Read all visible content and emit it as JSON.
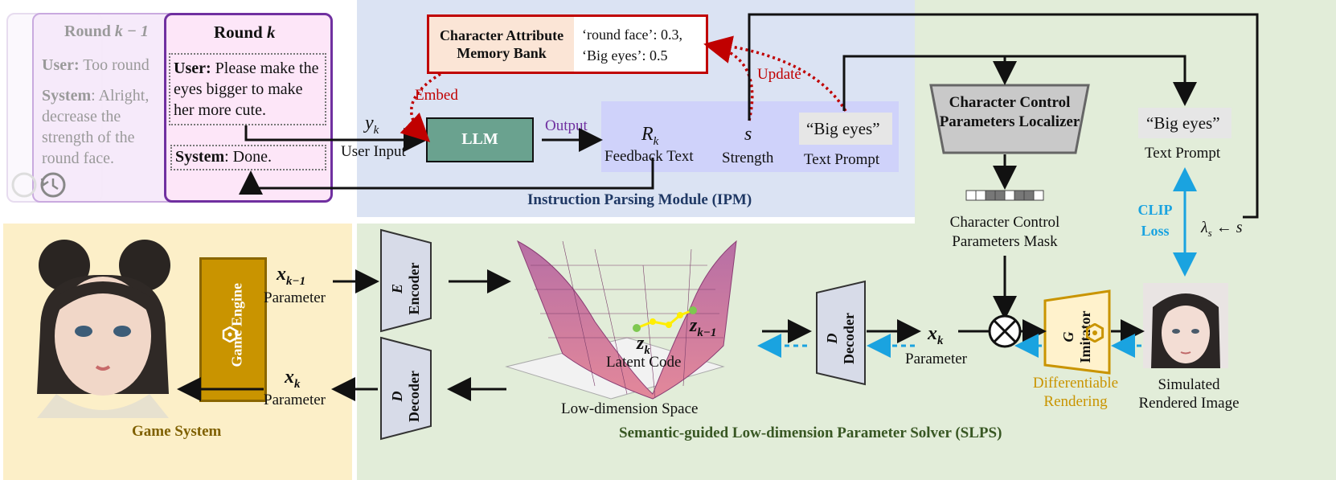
{
  "colors": {
    "ipm_bg": "#dbe3f3",
    "slps_bg": "#e2edd9",
    "game_bg": "#fcefc8",
    "llm_fill": "#6aa28f",
    "memory_border": "#c00000",
    "engine_fill": "#c99400",
    "feedback_bg": "#cfd2fa",
    "clip_blue": "#1aa3e0",
    "embed_red": "#c00000",
    "output_purple": "#7030a0",
    "round_border": "#7030a0"
  },
  "dialog": {
    "prev_title_text": "Round ",
    "prev_title_math": "k − 1",
    "prev_user_label": "User:",
    "prev_user_text": "Too round",
    "prev_system_label": "System",
    "prev_system_text": ": Alright, decrease the strength of the round face.",
    "cur_title_text": "Round ",
    "cur_title_math": "k",
    "cur_user_label": "User:",
    "cur_user_text": " Please make the eyes bigger to make her more cute.",
    "cur_system_label": "System",
    "cur_system_text": ": Done.",
    "history_icon": "history-icon"
  },
  "ipm": {
    "memory_title": "Character Attribute Memory Bank",
    "memory_line1": "‘round face’: 0.3,",
    "memory_line2": "‘Big eyes’: 0.5",
    "embed_label": "Embed",
    "update_label": "Update",
    "y_symbol": "y",
    "y_sub": "k",
    "user_input_label": "User Input",
    "llm_label": "LLM",
    "output_label": "Output",
    "r_symbol": "R",
    "r_sub": "k",
    "feedback_label": "Feedback Text",
    "s_symbol": "s",
    "strength_label": "Strength",
    "prompt_value": "“Big eyes”",
    "text_prompt_label": "Text Prompt",
    "module_title": "Instruction Parsing Module (IPM)"
  },
  "slps": {
    "localizer_label": "Character Control Parameters Localizer",
    "mask_label_1": "Character Control",
    "mask_label_2": "Parameters  Mask",
    "prompt_value": "“Big eyes”",
    "text_prompt_label": "Text Prompt",
    "clip_label": "CLIP Loss",
    "lambda_text": "λ",
    "lambda_sub": "s",
    "lambda_rest": " ← s",
    "encoder_symbol": "E",
    "encoder_label": "Encoder",
    "decoder_symbol": "D",
    "decoder_label": "Decoder",
    "latent_label": "Latent Code",
    "z_symbol": "z",
    "z_sub_k": "k",
    "z_sub_km1": "k−1",
    "space_label": "Low-dimension Space",
    "x_symbol": "x",
    "x_sub_k": "k",
    "x_sub_km1": "k−1",
    "parameter_label": "Parameter",
    "imitator_symbol": "G",
    "imitator_label": "Imitator",
    "diff_render_1": "Differentiable",
    "diff_render_2": "Rendering",
    "simulated_1": "Simulated",
    "simulated_2": "Rendered Image",
    "module_title": "Semantic-guided Low-dimension Parameter Solver (SLPS)"
  },
  "game": {
    "engine_label": "Game Engine",
    "engine_icon": "unity-icon",
    "system_title": "Game System"
  }
}
